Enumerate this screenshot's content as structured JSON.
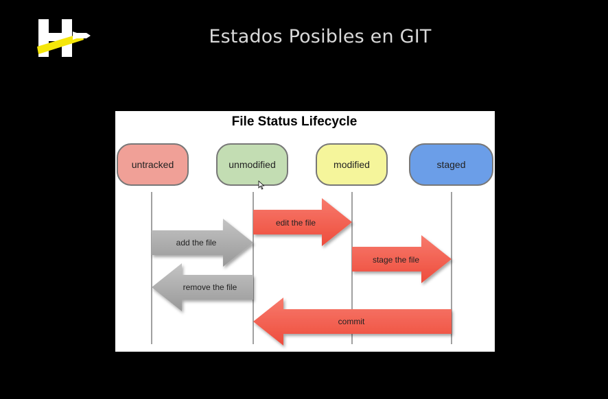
{
  "slide": {
    "title": "Estados Posibles en GIT"
  },
  "logo": {
    "name": "h-rocket-logo",
    "colors": {
      "letter": "#ffffff",
      "stripe": "#f5e60a"
    }
  },
  "diagram": {
    "title": "File Status Lifecycle",
    "states": [
      {
        "label": "untracked",
        "fill": "#f0a097"
      },
      {
        "label": "unmodified",
        "fill": "#c3ddb3"
      },
      {
        "label": "modified",
        "fill": "#f5f59b"
      },
      {
        "label": "staged",
        "fill": "#6b9ee8"
      }
    ],
    "transitions": [
      {
        "label": "edit the file",
        "from": "unmodified",
        "to": "modified",
        "color": "red"
      },
      {
        "label": "add the file",
        "from": "untracked",
        "to": "unmodified",
        "color": "gray"
      },
      {
        "label": "stage the file",
        "from": "modified",
        "to": "staged",
        "color": "red"
      },
      {
        "label": "remove the file",
        "from": "unmodified",
        "to": "untracked",
        "color": "gray"
      },
      {
        "label": "commit",
        "from": "staged",
        "to": "unmodified",
        "color": "red"
      }
    ],
    "colors": {
      "red_arrow": "#f56252",
      "gray_arrow": "#a8a8a8",
      "lifeline": "#888888",
      "state_border": "#777777"
    }
  }
}
